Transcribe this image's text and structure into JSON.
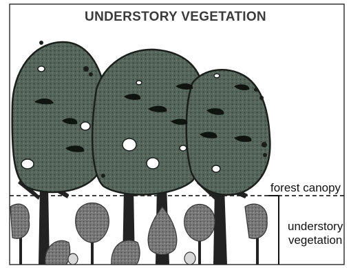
{
  "title": "UNDERSTORY VEGETATION",
  "labels": {
    "canopy": "forest canopy",
    "understory_line1": "understory",
    "understory_line2": "vegetation"
  },
  "colors": {
    "canopy_fill": "#4a5a52",
    "canopy_outline": "#1a1f1c",
    "understory_fill": "#6a6a6a",
    "trunk": "#222222",
    "border": "#333333"
  }
}
